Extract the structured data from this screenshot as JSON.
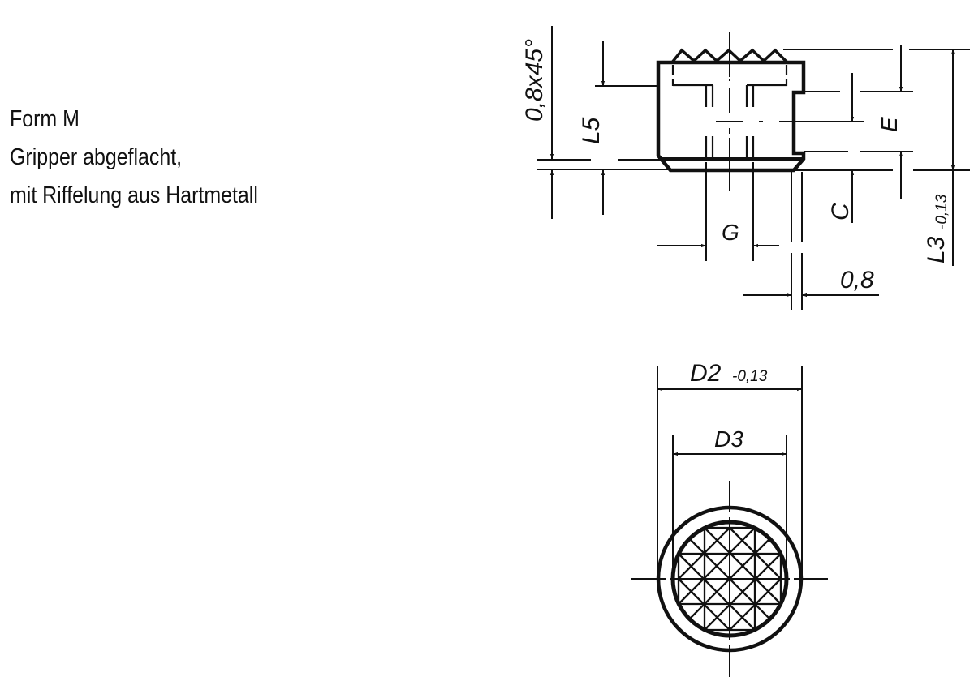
{
  "description": {
    "line1": "Form M",
    "line2": "Gripper abgeflacht,",
    "line3": "mit Riffelung aus Hartmetall"
  },
  "side_view": {
    "dimensions": {
      "chamfer": "0,8x45°",
      "L5": "L5",
      "E": "E",
      "C": "C",
      "L3": "L3",
      "L3_tol": "-0,13",
      "G": "G",
      "gap": "0,8"
    }
  },
  "top_view": {
    "dimensions": {
      "D2": "D2",
      "D2_tol": "-0,13",
      "D3": "D3"
    }
  },
  "colors": {
    "line": "#111111",
    "background": "#ffffff"
  }
}
